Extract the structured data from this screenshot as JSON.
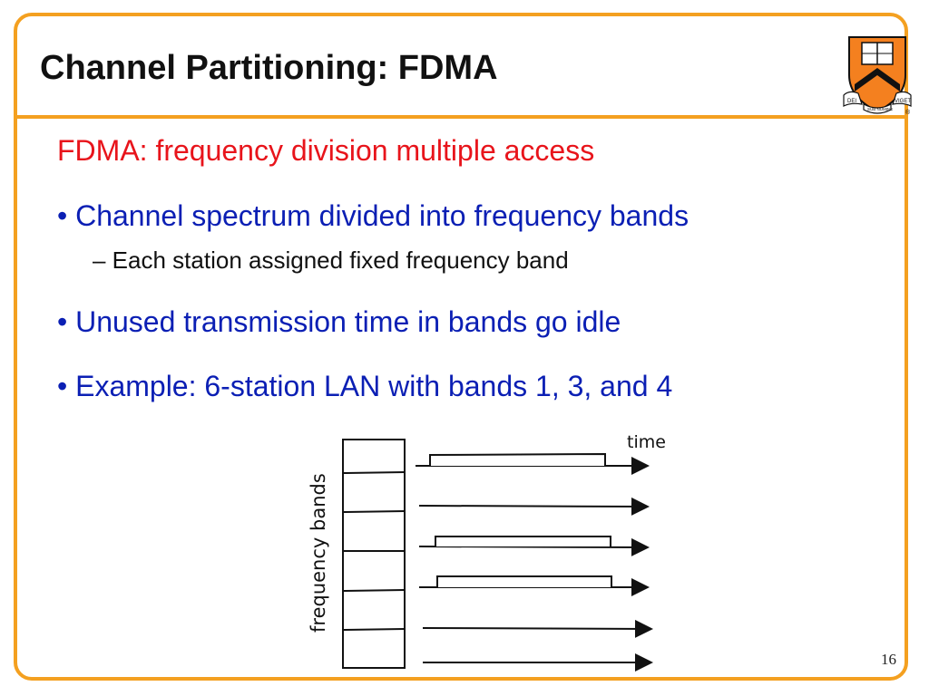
{
  "slide": {
    "title": "Channel Partitioning: FDMA",
    "heading": "FDMA: frequency division multiple access",
    "bullets": [
      "• Channel spectrum divided into frequency bands",
      "– Each station assigned fixed frequency band",
      "• Unused transmission time in bands go idle",
      "• Example: 6-station LAN with bands 1, 3, and 4"
    ],
    "page_number": "16"
  },
  "diagram": {
    "time_label": "time",
    "frequency_label": "frequency bands",
    "band_count": 6,
    "active_bands": [
      1,
      3,
      4
    ]
  },
  "logo": {
    "text_left": "DEI",
    "text_mid": "SUB NUMINE",
    "text_right": "VIGET",
    "registered": "®"
  },
  "colors": {
    "frame": "#f4a020",
    "heading": "#e8141b",
    "bullet": "#0b1fb4"
  }
}
